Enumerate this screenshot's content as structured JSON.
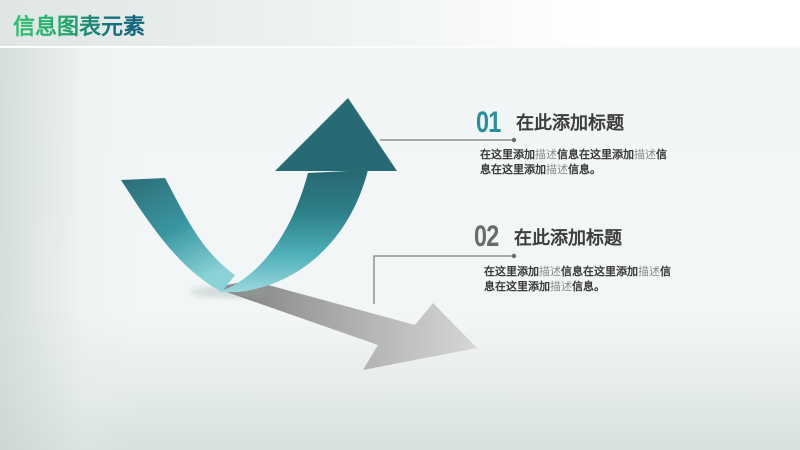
{
  "header": {
    "title": "信息图表元素"
  },
  "items": [
    {
      "number": "01",
      "title": "在此添加标题",
      "description_parts": [
        "在这里添加",
        "描述",
        "信息在这里添加",
        "描述",
        "信",
        "息在这里添加",
        "描述",
        "信息。"
      ],
      "number_color": "#2a8f99"
    },
    {
      "number": "02",
      "title": "在此添加标题",
      "description_parts": [
        "在这里添加",
        "描述",
        "信息在这里添加",
        "描述",
        "信",
        "息在这里添加",
        "描述",
        "信息。"
      ],
      "number_color": "#6b6b6b"
    }
  ],
  "colors": {
    "arrow_up_dark": "#2a6b74",
    "arrow_up_light": "#5fc0c8",
    "arrow_shadow": "#9a9a9a",
    "connector_line": "#777777"
  }
}
